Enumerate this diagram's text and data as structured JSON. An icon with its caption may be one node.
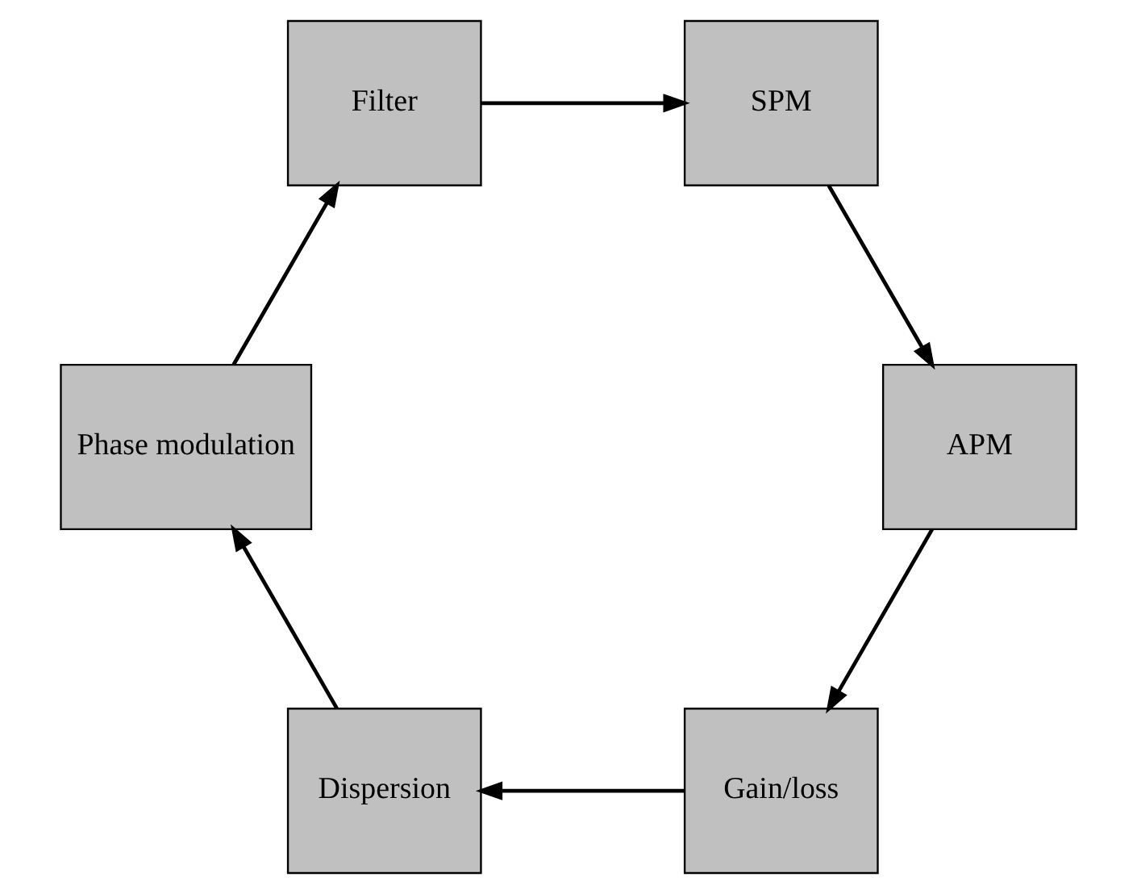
{
  "diagram": {
    "nodes": [
      {
        "text": [
          "Gain/loss"
        ]
      },
      {
        "text": [
          "APM"
        ]
      },
      {
        "text": [
          "Dispersion"
        ]
      },
      {
        "text": [
          "SPM"
        ]
      },
      {
        "text": [
          "Phase modulation"
        ]
      },
      {
        "text": [
          "Filter"
        ]
      }
    ],
    "edges": [
      {
        "from": 1,
        "to": 0,
        "arrow": "to"
      },
      {
        "from": 0,
        "to": 2,
        "arrow": "to"
      },
      {
        "from": 2,
        "to": 4,
        "arrow": "to"
      },
      {
        "from": 4,
        "to": 5,
        "arrow": "to"
      },
      {
        "from": 5,
        "to": 3,
        "arrow": "to"
      },
      {
        "from": 3,
        "to": 1,
        "arrow": "to"
      }
    ]
  }
}
